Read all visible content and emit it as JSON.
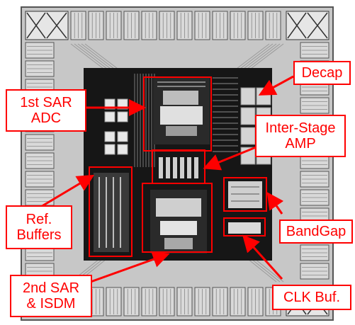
{
  "colors": {
    "accent": "#ff0000",
    "die_background": "#1a1a1a",
    "pad_fill": "#d9d9d9",
    "ring_fill": "#bdbdbd",
    "label_bg": "#ffffff"
  },
  "labels": {
    "decap": "Decap",
    "sar1_line1": "1st SAR",
    "sar1_line2": "ADC",
    "interstage_line1": "Inter-Stage",
    "interstage_line2": "AMP",
    "ref_line1": "Ref.",
    "ref_line2": "Buffers",
    "bandgap": "BandGap",
    "sar2_line1": "2nd SAR",
    "sar2_line2": "& ISDM",
    "clk": "CLK Buf."
  }
}
